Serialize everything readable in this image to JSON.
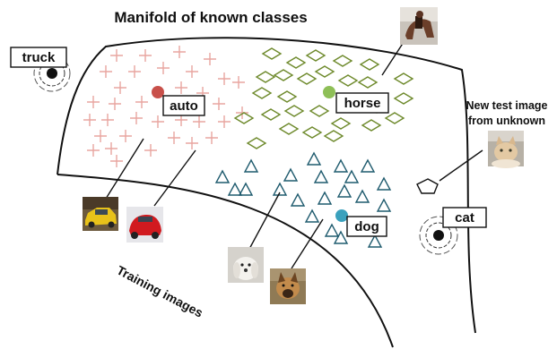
{
  "title": "Manifold of known classes",
  "classes": {
    "auto": "auto",
    "horse": "horse",
    "dog": "dog"
  },
  "unknown_classes": {
    "truck": "truck",
    "cat": "cat"
  },
  "new_test_label": {
    "line1": "New test image",
    "line2": "from unknown"
  },
  "training_label": "Training images",
  "colors": {
    "auto_marker": "#e8a6a0",
    "auto_point": "#c8504a",
    "horse_marker": "#6e8a2c",
    "horse_point": "#8ebf57",
    "dog_marker": "#1f5b6e",
    "dog_point": "#3aa1bd",
    "outline": "#111111"
  },
  "icons": {
    "auto_marker": "plus-icon",
    "horse_marker": "diamond-icon",
    "dog_marker": "triangle-icon",
    "unknown_point": "target-dot-icon",
    "test_marker": "pentagon-icon",
    "photo": "thumbnail-photo"
  }
}
